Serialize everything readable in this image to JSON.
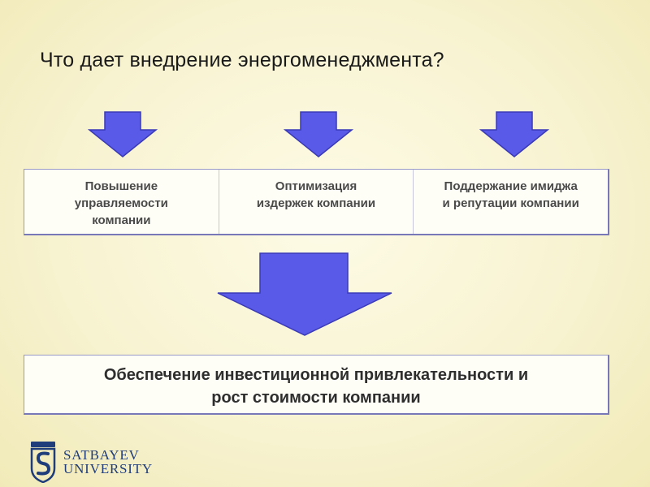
{
  "slide": {
    "title": "Что дает внедрение энергоменеджмента?"
  },
  "benefits": [
    {
      "lines": [
        "Повышение",
        "управляемости",
        "компании"
      ]
    },
    {
      "lines": [
        "Оптимизация",
        "издержек компании"
      ]
    },
    {
      "lines": [
        "Поддержание имиджа",
        "и репутации компании"
      ]
    }
  ],
  "result": {
    "line1": "Обеспечение инвестиционной привлекательности и",
    "line2": "рост стоимости компании"
  },
  "logo": {
    "line1": "SATBAYEV",
    "line2": "UNIVERSITY",
    "color": "#1f3d7a"
  },
  "colors": {
    "arrow_fill": "#5a5ae8",
    "arrow_stroke": "#3a3ab8",
    "box_border": "#7878b8"
  }
}
